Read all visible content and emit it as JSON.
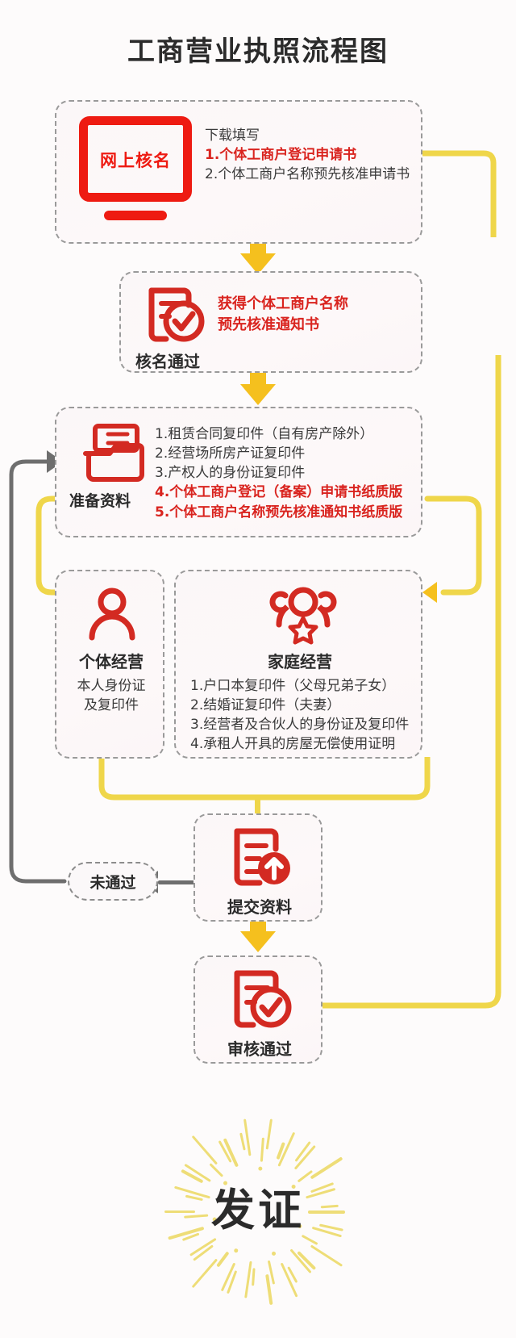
{
  "page": {
    "title": "工商营业执照流程图",
    "final_label": "发证"
  },
  "colors": {
    "red": "#d9241f",
    "icon_red": "#d32a22",
    "yellow": "#F5C01E",
    "yellow_line": "#EFD64A",
    "gray_line": "#6e6e6e",
    "text_dark": "#333333",
    "background": "#fdfbfb"
  },
  "steps": [
    {
      "id": "online-name-check",
      "icon": "monitor-icon",
      "icon_text": "网上核名",
      "detail_lines": [
        {
          "text": "下载填写",
          "style": "gray"
        },
        {
          "text": "1.个体工商户登记申请书",
          "style": "red"
        },
        {
          "text": "2.个体工商户名称预先核准申请书",
          "style": "gray"
        }
      ]
    },
    {
      "id": "name-approved",
      "icon": "document-check-icon",
      "label": "核名通过",
      "detail_lines": [
        {
          "text": "获得个体工商户名称",
          "style": "red"
        },
        {
          "text": "预先核准通知书",
          "style": "red"
        }
      ]
    },
    {
      "id": "prepare-materials",
      "icon": "folder-icon",
      "label": "准备资料",
      "detail_lines": [
        {
          "text": "1.租赁合同复印件（自有房产除外）",
          "style": "gray"
        },
        {
          "text": "2.经营场所房产证复印件",
          "style": "gray"
        },
        {
          "text": "3.产权人的身份证复印件",
          "style": "gray"
        },
        {
          "text": "4.个体工商户登记（备案）申请书纸质版",
          "style": "red"
        },
        {
          "text": "5.个体工商户名称预先核准通知书纸质版",
          "style": "red"
        }
      ]
    },
    {
      "id": "individual-business",
      "icon": "person-icon",
      "label": "个体经营",
      "detail_lines": [
        {
          "text": "本人身份证",
          "style": "gray"
        },
        {
          "text": "及复印件",
          "style": "gray"
        }
      ]
    },
    {
      "id": "family-business",
      "icon": "family-icon",
      "label": "家庭经营",
      "detail_lines": [
        {
          "text": "1.户口本复印件（父母兄弟子女）",
          "style": "gray"
        },
        {
          "text": "2.结婚证复印件（夫妻）",
          "style": "gray"
        },
        {
          "text": "3.经营者及合伙人的身份证及复印件",
          "style": "gray"
        },
        {
          "text": "4.承租人开具的房屋无偿使用证明",
          "style": "gray"
        }
      ]
    },
    {
      "id": "submit-materials",
      "icon": "document-upload-icon",
      "label": "提交资料",
      "detail_lines": []
    },
    {
      "id": "review-passed",
      "icon": "document-check-icon",
      "label": "审核通过",
      "detail_lines": []
    }
  ],
  "branches": {
    "rejected_label": "未通过"
  }
}
